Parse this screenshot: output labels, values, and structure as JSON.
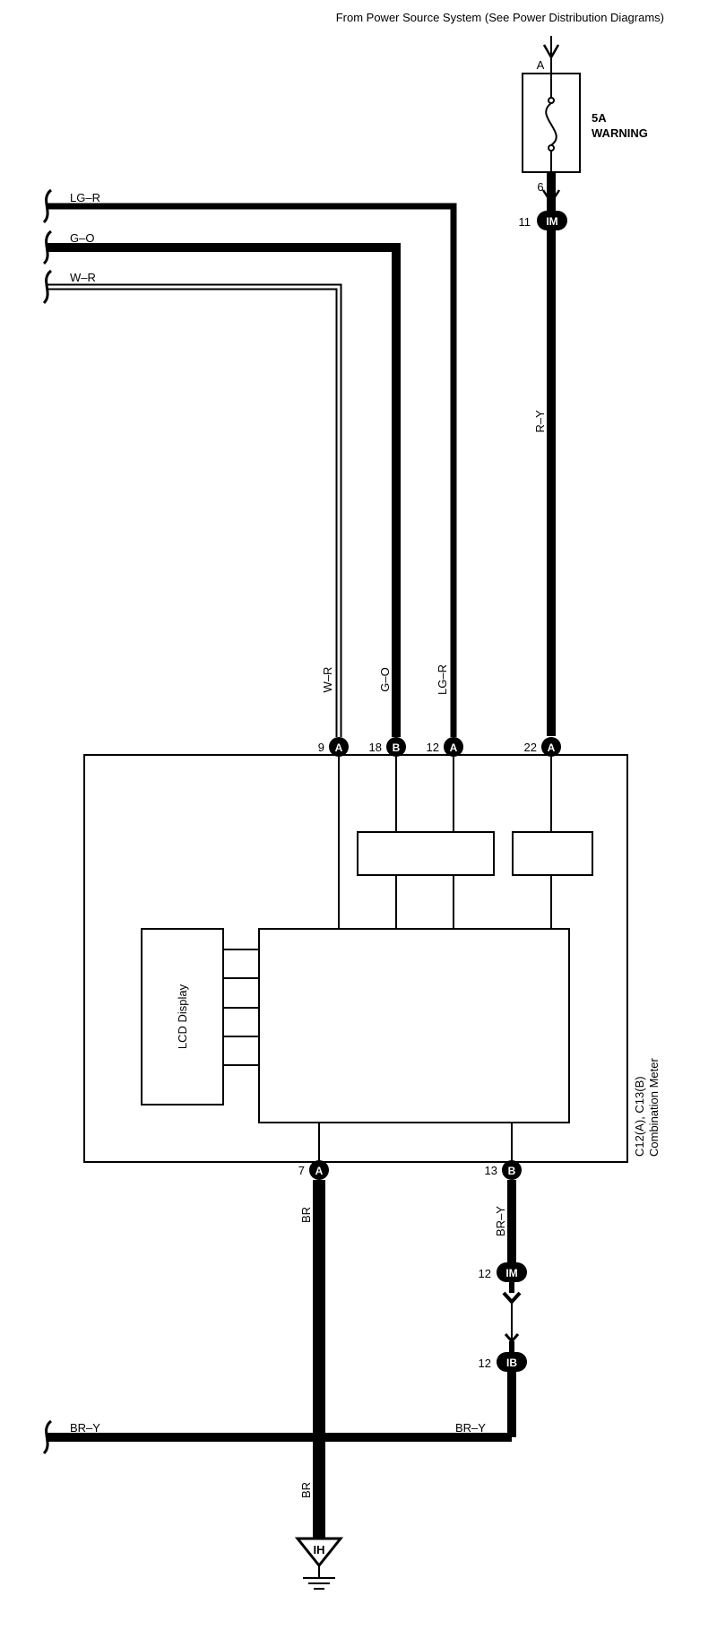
{
  "header": {
    "power_source": "From Power Source System (See Power Distribution Diagrams)"
  },
  "fuse": {
    "terminal_in": "A",
    "terminal_out": "6",
    "rating": "5A",
    "name": "WARNING"
  },
  "inputs": [
    {
      "wire": "LG–R"
    },
    {
      "wire": "G–O"
    },
    {
      "wire": "W–R"
    }
  ],
  "vertical_labels": {
    "wr": "W–R",
    "go": "G–O",
    "lgr": "LG–R",
    "ry": "R–Y"
  },
  "junctions": {
    "im_top": {
      "pin": "11",
      "code": "IM"
    },
    "im_bottom": {
      "pin": "12",
      "code": "IM"
    },
    "ib": {
      "pin": "12",
      "code": "IB"
    }
  },
  "meter_pins": [
    {
      "pin": "9",
      "conn": "A"
    },
    {
      "pin": "18",
      "conn": "B"
    },
    {
      "pin": "12",
      "conn": "A"
    },
    {
      "pin": "22",
      "conn": "A"
    }
  ],
  "bottom_pins": [
    {
      "pin": "7",
      "conn": "A"
    },
    {
      "pin": "13",
      "conn": "B"
    }
  ],
  "meter": {
    "lcd": "LCD Display",
    "connectors": "C12(A), C13(B)",
    "name": "Combination Meter"
  },
  "lower_wires": {
    "br_upper": "BR",
    "bry_vert": "BR–Y",
    "bry_left": "BR–Y",
    "bry_right": "BR–Y",
    "br_lower": "BR"
  },
  "ground": {
    "code": "IH"
  }
}
